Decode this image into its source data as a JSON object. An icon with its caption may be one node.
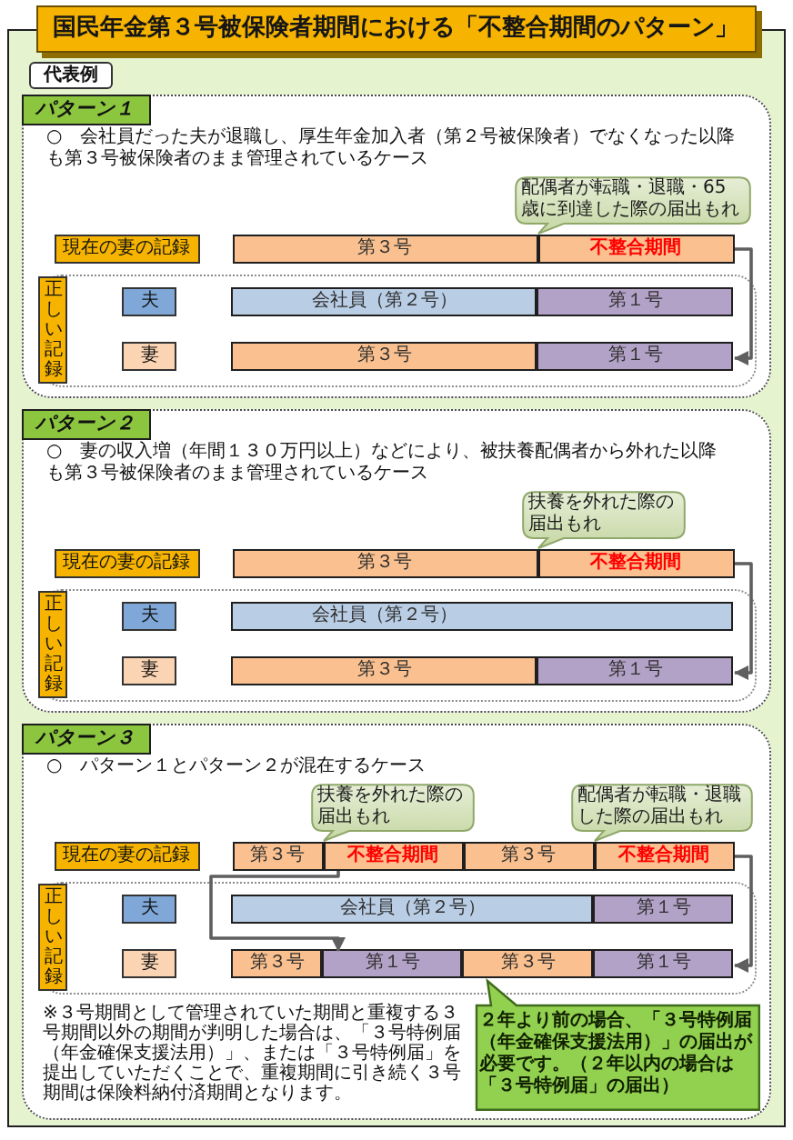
{
  "diagram": {
    "title": "国民年金第３号被保険者期間における「不整合期間のパターン」",
    "nodes": [
      {
        "text": [
          "代表例"
        ]
      },
      {
        "text": [
          "パターン１",
          "○　会社員だった夫が退職し、厚生年金加入者（第２号被保険者）でなくなった以降も第３号被保険者のまま管理されているケース"
        ]
      },
      {
        "text": [
          "配偶者が転職・退職・65歳に到達した際の届出もれ"
        ],
        "in": 1
      },
      {
        "text": [
          "現在の妻の記録"
        ],
        "in": 1
      },
      {
        "text": [
          "第３号"
        ],
        "in": 1
      },
      {
        "text": [
          "不整合期間"
        ],
        "in": 1
      },
      {
        "text": [
          "正しい記録"
        ],
        "in": 1
      },
      {
        "text": [
          "夫"
        ],
        "in": 6
      },
      {
        "text": [
          "会社員（第２号）"
        ],
        "in": 6
      },
      {
        "text": [
          "第１号"
        ],
        "in": 6
      },
      {
        "text": [
          "妻"
        ],
        "in": 6
      },
      {
        "text": [
          "第３号"
        ],
        "in": 6
      },
      {
        "text": [
          "第１号"
        ],
        "in": 6
      },
      {
        "text": [
          "パターン２",
          "○　妻の収入増（年間１３０万円以上）などにより、被扶養配偶者から外れた以降も第３号被保険者のまま管理されているケース"
        ]
      },
      {
        "text": [
          "扶養を外れた際の届出もれ"
        ],
        "in": 13
      },
      {
        "text": [
          "現在の妻の記録"
        ],
        "in": 13
      },
      {
        "text": [
          "第３号"
        ],
        "in": 13
      },
      {
        "text": [
          "不整合期間"
        ],
        "in": 13
      },
      {
        "text": [
          "正しい記録"
        ],
        "in": 13
      },
      {
        "text": [
          "夫"
        ],
        "in": 18
      },
      {
        "text": [
          "会社員（第２号）"
        ],
        "in": 18
      },
      {
        "text": [
          "妻"
        ],
        "in": 18
      },
      {
        "text": [
          "第３号"
        ],
        "in": 18
      },
      {
        "text": [
          "第１号"
        ],
        "in": 18
      },
      {
        "text": [
          "パターン３",
          "○　パターン１とパターン２が混在するケース",
          "※３号期間として管理されていた期間と重複する３号期間以外の期間が判明した場合は、「３号特例届（年金確保支援法用）」、または「３号特例届」を提出していただくことで、重複期間に引き続く３号期間は保険料納付済期間となります。"
        ]
      },
      {
        "text": [
          "扶養を外れた際の届出もれ"
        ],
        "in": 24
      },
      {
        "text": [
          "配偶者が転職・退職した際の届出もれ"
        ],
        "in": 24
      },
      {
        "text": [
          "現在の妻の記録"
        ],
        "in": 24
      },
      {
        "text": [
          "第３号"
        ],
        "in": 24
      },
      {
        "text": [
          "不整合期間"
        ],
        "in": 24
      },
      {
        "text": [
          "第３号"
        ],
        "in": 24
      },
      {
        "text": [
          "不整合期間"
        ],
        "in": 24
      },
      {
        "text": [
          "正しい記録"
        ],
        "in": 24
      },
      {
        "text": [
          "夫"
        ],
        "in": 32
      },
      {
        "text": [
          "会社員（第２号）"
        ],
        "in": 32
      },
      {
        "text": [
          "第１号"
        ],
        "in": 32
      },
      {
        "text": [
          "妻"
        ],
        "in": 32
      },
      {
        "text": [
          "第３号"
        ],
        "in": 32
      },
      {
        "text": [
          "第１号"
        ],
        "in": 32
      },
      {
        "text": [
          "第３号"
        ],
        "in": 32
      },
      {
        "text": [
          "第１号"
        ],
        "in": 32
      },
      {
        "text": [
          "２年より前の場合、「３号特例届（年金確保支援法用）」の届出が必要です。（２年以内の場合は「３号特例届」の届出）"
        ],
        "in": 24
      }
    ],
    "edges": [
      {
        "from": 5,
        "to": 12,
        "arrow": "to"
      },
      {
        "from": 17,
        "to": 23,
        "arrow": "to"
      },
      {
        "from": 29,
        "to": 38,
        "arrow": "to"
      },
      {
        "from": 31,
        "to": 40,
        "arrow": "to"
      }
    ]
  }
}
